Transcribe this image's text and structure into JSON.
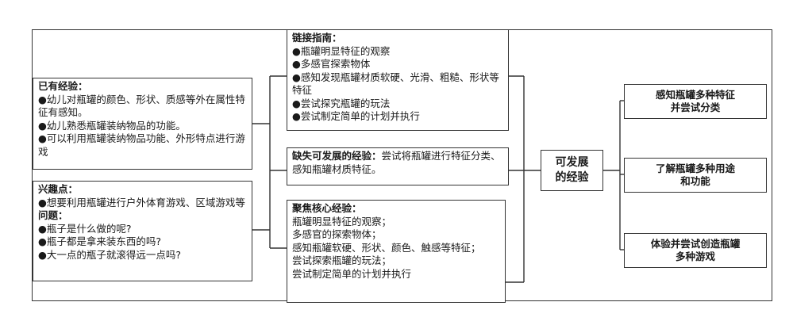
{
  "experience": {
    "title": "已有经验：",
    "lines": [
      "●幼儿对瓶罐的颜色、形状、质感等外在属性特征有感知。",
      "●幼儿熟悉瓶罐装纳物品的功能。",
      "●可以利用瓶罐装纳物品功能、外形特点进行游戏"
    ]
  },
  "interest": {
    "title": "兴趣点：",
    "lines": [
      "●想要利用瓶罐进行户外体育游戏、区域游戏等"
    ],
    "question_title": "问题：",
    "questions": [
      "●瓶子是什么做的呢?",
      "●瓶子都是拿来装东西的吗?",
      "●大一点的瓶子就滚得远一点吗?"
    ]
  },
  "guide": {
    "title": "链接指南：",
    "lines": [
      "●瓶罐明显特征的观察",
      "●多感官探索物体",
      "●感知发现瓶罐材质软硬、光滑、粗糙、形状等特征",
      "●尝试探究瓶罐的玩法",
      "●尝试制定简单的计划并执行"
    ]
  },
  "missing": {
    "title": "缺失可发展的经验：",
    "text": "尝试将瓶罐进行特征分类、感知瓶罐材质特征。"
  },
  "focus": {
    "title": "聚焦核心经验：",
    "lines": [
      "瓶罐明显特征的观察；",
      "多感官的探索物体；",
      "感知瓶罐软硬、形状、颜色、触感等特征；",
      "尝试探索瓶罐的玩法；",
      "尝试制定简单的计划并执行"
    ]
  },
  "develop": {
    "line1": "可发展",
    "line2": "的经验"
  },
  "outcomes": [
    {
      "line1": "感知瓶罐多种特征",
      "line2": "并尝试分类"
    },
    {
      "line1": "了解瓶罐多种用途",
      "line2": "和功能"
    },
    {
      "line1": "体验并尝试创造瓶罐",
      "line2": "多种游戏"
    }
  ]
}
